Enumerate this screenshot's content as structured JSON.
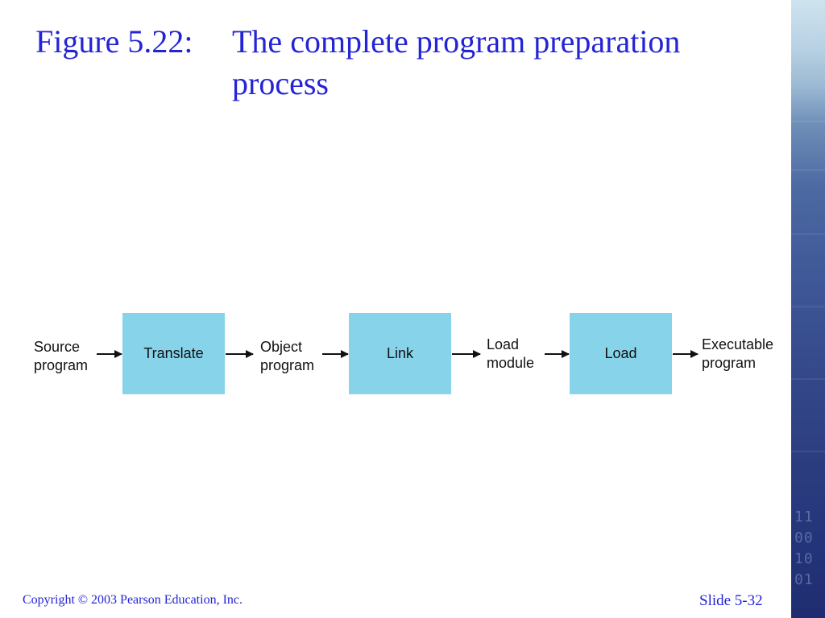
{
  "slide": {
    "figure_number": "Figure 5.22:",
    "title": "The complete program preparation process"
  },
  "diagram": {
    "labels": {
      "source": [
        "Source",
        "program"
      ],
      "object": [
        "Object",
        "program"
      ],
      "load_module": [
        "Load",
        "module"
      ],
      "executable": [
        "Executable",
        "program"
      ]
    },
    "boxes": {
      "translate": "Translate",
      "link": "Link",
      "load": "Load"
    },
    "colors": {
      "box_fill": "#87d3ea",
      "title": "#2424d6"
    }
  },
  "footer": {
    "copyright": "Copyright © 2003 Pearson Education, Inc.",
    "slide_number": "Slide 5-32"
  },
  "decoration": {
    "side_panel_digits": [
      "11",
      "00",
      "10",
      "01"
    ]
  }
}
